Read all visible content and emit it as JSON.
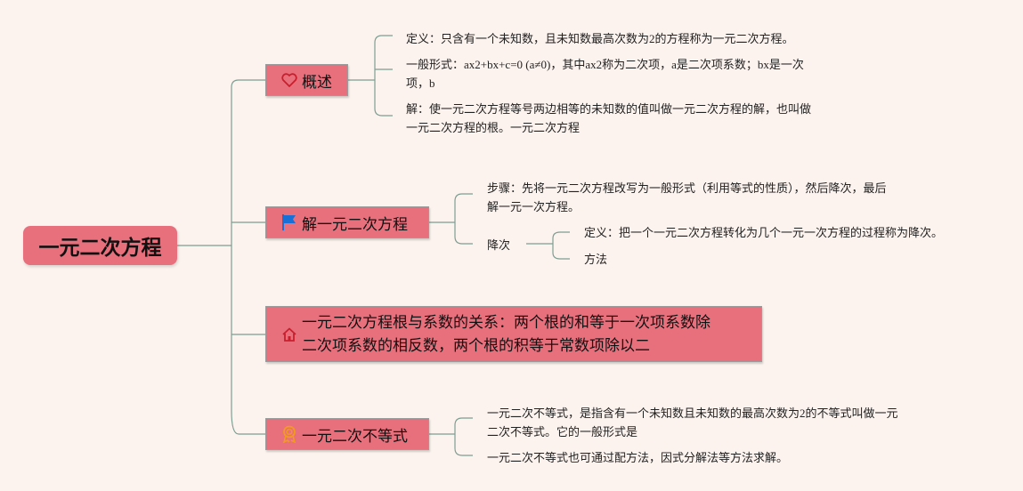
{
  "root": {
    "label": "一元二次方程"
  },
  "branches": [
    {
      "label": "概述",
      "icon": "heart-icon",
      "children": [
        "定义：只含有一个未知数，且未知数最高次数为2的方程称为一元二次方程。",
        "一般形式：ax2+bx+c=0 (a≠0)，其中ax2称为二次项，a是二次项系数；bx是一次",
        "项，b",
        "解：使一元二次方程等号两边相等的未知数的值叫做一元二次方程的解，也叫做",
        "一元二次方程的根。一元二次方程"
      ]
    },
    {
      "label": "解一元二次方程",
      "icon": "flag-icon",
      "children": [
        "步骤：先将一元二次方程改写为一般形式（利用等式的性质），然后降次，最后",
        "解一元一次方程。",
        "降次"
      ],
      "sub_children": [
        "定义：把一个一元二次方程转化为几个一元一次方程的过程称为降次。",
        "方法"
      ]
    },
    {
      "label_line1": "一元二次方程根与系数的关系：两个根的和等于一次项系数除",
      "label_line2": "二次项系数的相反数，两个根的积等于常数项除以二",
      "icon": "home-icon"
    },
    {
      "label": "一元二次不等式",
      "icon": "award-icon",
      "children": [
        "一元二次不等式，是指含有一个未知数且未知数的最高次数为2的不等式叫做一元",
        "二次不等式。它的一般形式是",
        "一元二次不等式也可通过配方法，因式分解法等方法求解。"
      ]
    }
  ],
  "colors": {
    "node_fill": "#e8707d",
    "connector": "#7d9e92",
    "background": "#fcf3ee"
  }
}
